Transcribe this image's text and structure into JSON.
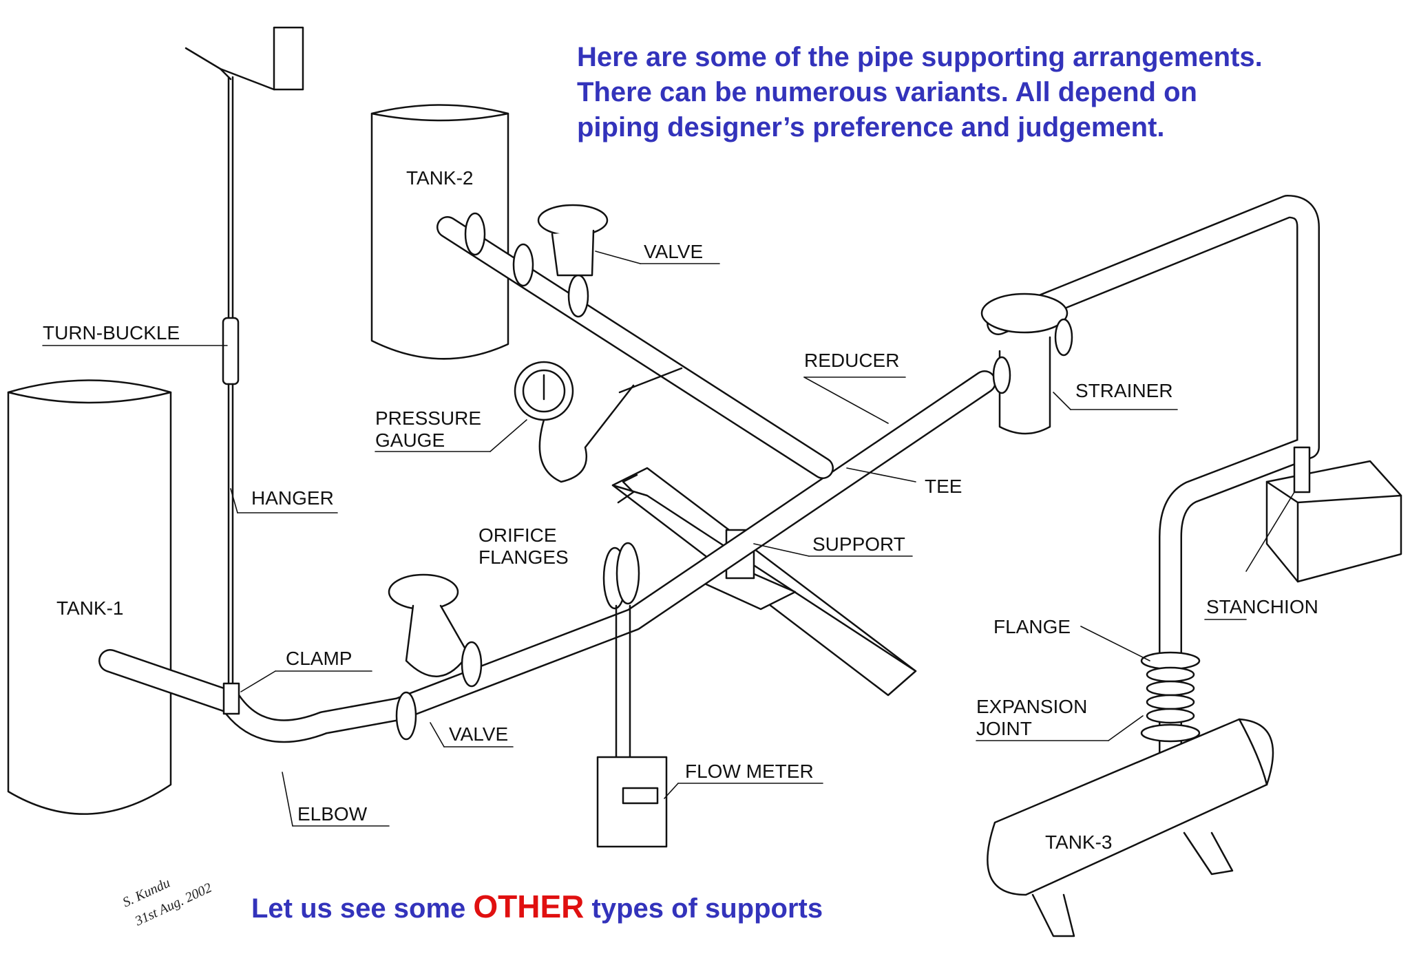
{
  "intro": {
    "line1": "Here are some of the pipe supporting arrangements.",
    "line2": "There can be numerous variants. All depend on",
    "line3": "piping designer’s preference and judgement."
  },
  "labels": {
    "tank1": "TANK-1",
    "tank2": "TANK-2",
    "tank3": "TANK-3",
    "turnbuckle": "TURN-BUCKLE",
    "hanger": "HANGER",
    "clamp": "CLAMP",
    "elbow": "ELBOW",
    "valve_upper": "VALVE",
    "valve_lower": "VALVE",
    "pressure_gauge_1": "PRESSURE",
    "pressure_gauge_2": "GAUGE",
    "reducer": "REDUCER",
    "strainer": "STRAINER",
    "tee": "TEE",
    "support": "SUPPORT",
    "orifice_flanges_1": "ORIFICE",
    "orifice_flanges_2": "FLANGES",
    "flow_meter": "FLOW METER",
    "flange": "FLANGE",
    "expansion_joint_1": "EXPANSION",
    "expansion_joint_2": "JOINT",
    "stanchion": "STANCHION"
  },
  "signature": {
    "name": "S. Kundu",
    "date": "31st Aug. 2002"
  },
  "footer": {
    "before": "Let us see some",
    "emphasis": "OTHER",
    "after": "types of supports"
  },
  "colors": {
    "intro_text": "#3333bb",
    "emphasis": "#e01010",
    "drawing": "#111111"
  }
}
